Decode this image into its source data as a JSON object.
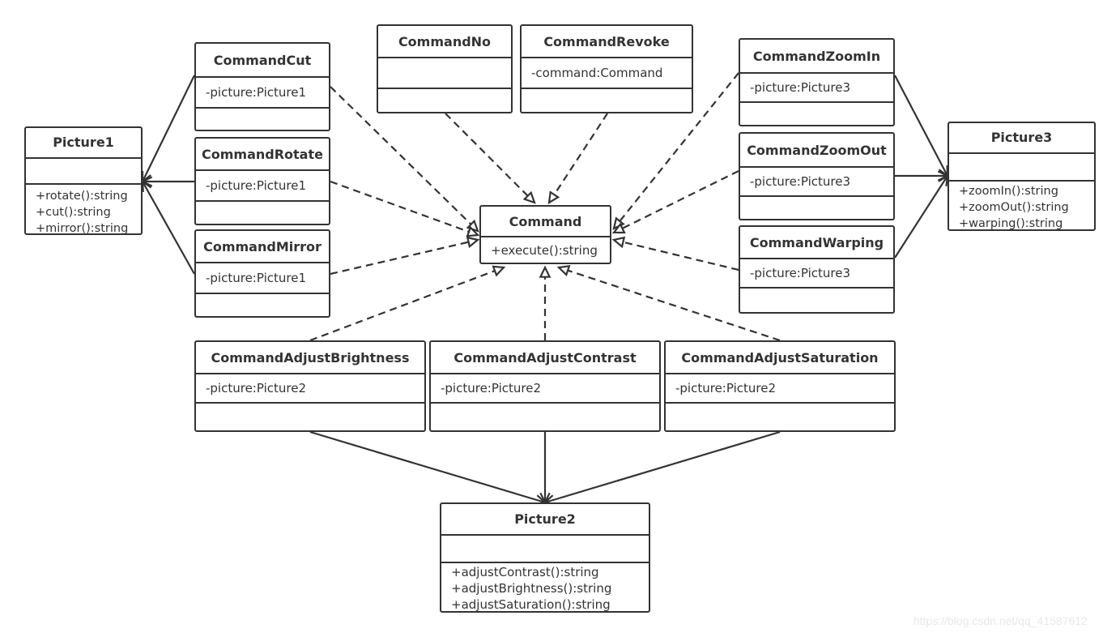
{
  "classes": {
    "picture1": {
      "name": "Picture1",
      "attributes": [],
      "operations": [
        "+rotate():string",
        "+cut():string",
        "+mirror():string"
      ]
    },
    "command_cut": {
      "name": "CommandCut",
      "attributes": [
        "-picture:Picture1"
      ],
      "operations": []
    },
    "command_rotate": {
      "name": "CommandRotate",
      "attributes": [
        "-picture:Picture1"
      ],
      "operations": []
    },
    "command_mirror": {
      "name": "CommandMirror",
      "attributes": [
        "-picture:Picture1"
      ],
      "operations": []
    },
    "command_no": {
      "name": "CommandNo",
      "attributes": [],
      "operations": []
    },
    "command_revoke": {
      "name": "CommandRevoke",
      "attributes": [
        "-command:Command"
      ],
      "operations": []
    },
    "command": {
      "name": "Command",
      "attributes": [],
      "operations": [
        "+execute():string"
      ]
    },
    "command_zoom_in": {
      "name": "CommandZoomIn",
      "attributes": [
        "-picture:Picture3"
      ],
      "operations": []
    },
    "command_zoom_out": {
      "name": "CommandZoomOut",
      "attributes": [
        "-picture:Picture3"
      ],
      "operations": []
    },
    "command_warping": {
      "name": "CommandWarping",
      "attributes": [
        "-picture:Picture3"
      ],
      "operations": []
    },
    "picture3": {
      "name": "Picture3",
      "attributes": [],
      "operations": [
        "+zoomIn():string",
        "+zoomOut():string",
        "+warping():string"
      ]
    },
    "command_adjust_brightness": {
      "name": "CommandAdjustBrightness",
      "attributes": [
        "-picture:Picture2"
      ],
      "operations": []
    },
    "command_adjust_contrast": {
      "name": "CommandAdjustContrast",
      "attributes": [
        "-picture:Picture2"
      ],
      "operations": []
    },
    "command_adjust_saturation": {
      "name": "CommandAdjustSaturation",
      "attributes": [
        "-picture:Picture2"
      ],
      "operations": []
    },
    "picture2": {
      "name": "Picture2",
      "attributes": [],
      "operations": [
        "+adjustContrast():string",
        "+adjustBrightness():string",
        "+adjustSaturation():string"
      ]
    }
  },
  "relations": {
    "realization": [
      {
        "from": "CommandCut",
        "to": "Command"
      },
      {
        "from": "CommandRotate",
        "to": "Command"
      },
      {
        "from": "CommandMirror",
        "to": "Command"
      },
      {
        "from": "CommandNo",
        "to": "Command"
      },
      {
        "from": "CommandRevoke",
        "to": "Command"
      },
      {
        "from": "CommandZoomIn",
        "to": "Command"
      },
      {
        "from": "CommandZoomOut",
        "to": "Command"
      },
      {
        "from": "CommandWarping",
        "to": "Command"
      },
      {
        "from": "CommandAdjustBrightness",
        "to": "Command"
      },
      {
        "from": "CommandAdjustContrast",
        "to": "Command"
      },
      {
        "from": "CommandAdjustSaturation",
        "to": "Command"
      }
    ],
    "association": [
      {
        "from": "CommandCut",
        "to": "Picture1"
      },
      {
        "from": "CommandRotate",
        "to": "Picture1"
      },
      {
        "from": "CommandMirror",
        "to": "Picture1"
      },
      {
        "from": "CommandZoomIn",
        "to": "Picture3"
      },
      {
        "from": "CommandZoomOut",
        "to": "Picture3"
      },
      {
        "from": "CommandWarping",
        "to": "Picture3"
      },
      {
        "from": "CommandAdjustBrightness",
        "to": "Picture2"
      },
      {
        "from": "CommandAdjustContrast",
        "to": "Picture2"
      },
      {
        "from": "CommandAdjustSaturation",
        "to": "Picture2"
      }
    ]
  },
  "colors": {
    "line": "#333333",
    "background": "#ffffff"
  },
  "watermark": "https://blog.csdn.net/qq_41587612"
}
